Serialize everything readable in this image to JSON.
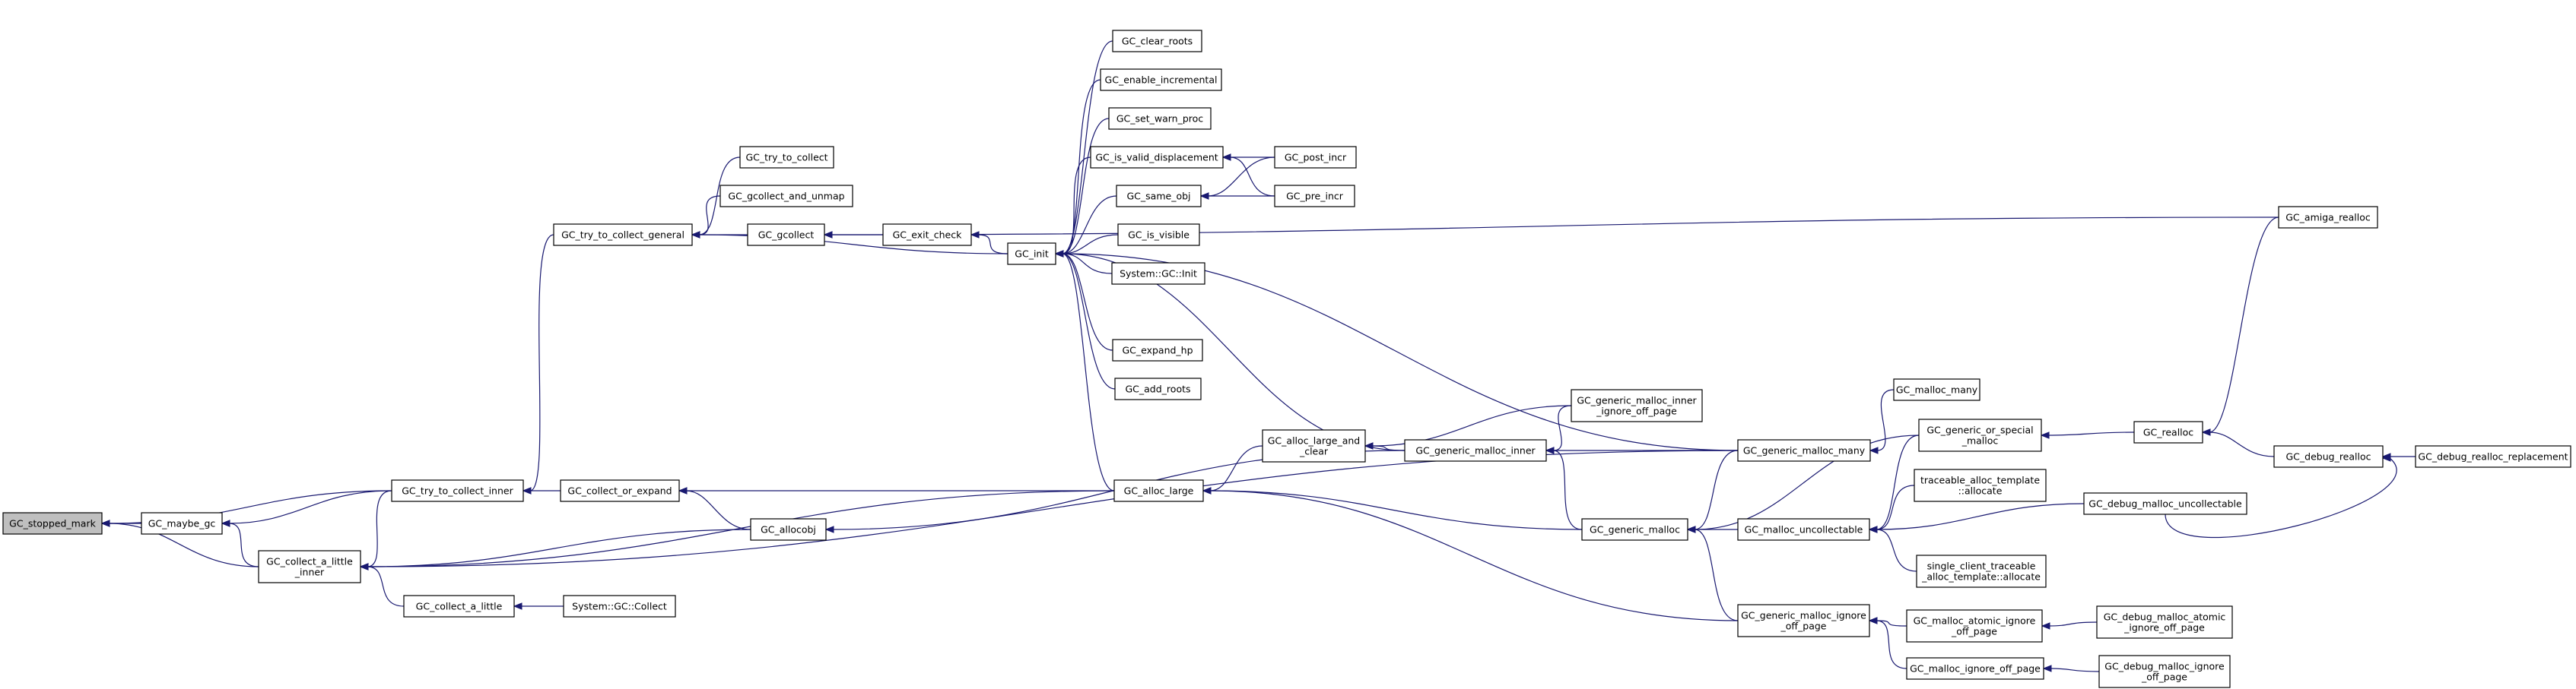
{
  "diagram": {
    "nodes": [
      {
        "id": "stopped_mark",
        "lines": [
          "GC_stopped_mark"
        ],
        "root": true
      },
      {
        "id": "maybe_gc",
        "lines": [
          "GC_maybe_gc"
        ]
      },
      {
        "id": "collect_a_little_inner",
        "lines": [
          "GC_collect_a_little",
          "_inner"
        ]
      },
      {
        "id": "try_to_collect_inner",
        "lines": [
          "GC_try_to_collect_inner"
        ]
      },
      {
        "id": "collect_a_little",
        "lines": [
          "GC_collect_a_little"
        ]
      },
      {
        "id": "try_to_collect_general",
        "lines": [
          "GC_try_to_collect_general"
        ]
      },
      {
        "id": "collect_or_expand",
        "lines": [
          "GC_collect_or_expand"
        ]
      },
      {
        "id": "system_collect",
        "lines": [
          "System::GC::Collect"
        ]
      },
      {
        "id": "try_to_collect",
        "lines": [
          "GC_try_to_collect"
        ]
      },
      {
        "id": "gcollect_and_unmap",
        "lines": [
          "GC_gcollect_and_unmap"
        ]
      },
      {
        "id": "gcollect",
        "lines": [
          "GC_gcollect"
        ]
      },
      {
        "id": "allocobj",
        "lines": [
          "GC_allocobj"
        ]
      },
      {
        "id": "exit_check",
        "lines": [
          "GC_exit_check"
        ]
      },
      {
        "id": "init",
        "lines": [
          "GC_init"
        ]
      },
      {
        "id": "alloc_large",
        "lines": [
          "GC_alloc_large"
        ]
      },
      {
        "id": "clear_roots",
        "lines": [
          "GC_clear_roots"
        ]
      },
      {
        "id": "enable_incremental",
        "lines": [
          "GC_enable_incremental"
        ]
      },
      {
        "id": "set_warn_proc",
        "lines": [
          "GC_set_warn_proc"
        ]
      },
      {
        "id": "is_valid_displacement",
        "lines": [
          "GC_is_valid_displacement"
        ]
      },
      {
        "id": "same_obj",
        "lines": [
          "GC_same_obj"
        ]
      },
      {
        "id": "is_visible",
        "lines": [
          "GC_is_visible"
        ]
      },
      {
        "id": "system_init",
        "lines": [
          "System::GC::Init"
        ]
      },
      {
        "id": "expand_hp",
        "lines": [
          "GC_expand_hp"
        ]
      },
      {
        "id": "add_roots",
        "lines": [
          "GC_add_roots"
        ]
      },
      {
        "id": "alloc_large_and_clear",
        "lines": [
          "GC_alloc_large_and",
          "_clear"
        ]
      },
      {
        "id": "post_incr",
        "lines": [
          "GC_post_incr"
        ]
      },
      {
        "id": "pre_incr",
        "lines": [
          "GC_pre_incr"
        ]
      },
      {
        "id": "generic_malloc_inner",
        "lines": [
          "GC_generic_malloc_inner"
        ]
      },
      {
        "id": "generic_malloc",
        "lines": [
          "GC_generic_malloc"
        ]
      },
      {
        "id": "generic_malloc_ignore_off_page",
        "lines": [
          "GC_generic_malloc_ignore",
          "_off_page"
        ]
      },
      {
        "id": "generic_malloc_inner_ignore_off_page",
        "lines": [
          "GC_generic_malloc_inner",
          "_ignore_off_page"
        ]
      },
      {
        "id": "generic_malloc_many",
        "lines": [
          "GC_generic_malloc_many"
        ]
      },
      {
        "id": "malloc_uncollectable",
        "lines": [
          "GC_malloc_uncollectable"
        ]
      },
      {
        "id": "malloc_many",
        "lines": [
          "GC_malloc_many"
        ]
      },
      {
        "id": "generic_or_special_malloc",
        "lines": [
          "GC_generic_or_special",
          "_malloc"
        ]
      },
      {
        "id": "traceable_alloc_template",
        "lines": [
          "traceable_alloc_template",
          "::allocate"
        ]
      },
      {
        "id": "single_client_traceable",
        "lines": [
          "single_client_traceable",
          "_alloc_template::allocate"
        ]
      },
      {
        "id": "malloc_atomic_ignore_off_page",
        "lines": [
          "GC_malloc_atomic_ignore",
          "_off_page"
        ]
      },
      {
        "id": "malloc_ignore_off_page",
        "lines": [
          "GC_malloc_ignore_off_page"
        ]
      },
      {
        "id": "realloc",
        "lines": [
          "GC_realloc"
        ]
      },
      {
        "id": "amiga_realloc",
        "lines": [
          "GC_amiga_realloc"
        ]
      },
      {
        "id": "debug_realloc",
        "lines": [
          "GC_debug_realloc"
        ]
      },
      {
        "id": "debug_realloc_replacement",
        "lines": [
          "GC_debug_realloc_replacement"
        ]
      },
      {
        "id": "debug_malloc_uncollectable",
        "lines": [
          "GC_debug_malloc_uncollectable"
        ]
      },
      {
        "id": "debug_malloc_atomic_ignore_off_page",
        "lines": [
          "GC_debug_malloc_atomic",
          "_ignore_off_page"
        ]
      },
      {
        "id": "debug_malloc_ignore_off_page",
        "lines": [
          "GC_debug_malloc_ignore",
          "_off_page"
        ]
      }
    ],
    "edges": [
      {
        "from": "maybe_gc",
        "to": "stopped_mark"
      },
      {
        "from": "collect_a_little_inner",
        "to": "stopped_mark"
      },
      {
        "from": "try_to_collect_inner",
        "to": "stopped_mark"
      },
      {
        "from": "collect_a_little_inner",
        "to": "maybe_gc"
      },
      {
        "from": "try_to_collect_inner",
        "to": "maybe_gc"
      },
      {
        "from": "try_to_collect_inner",
        "to": "collect_a_little_inner"
      },
      {
        "from": "collect_a_little",
        "to": "collect_a_little_inner"
      },
      {
        "from": "allocobj",
        "to": "collect_a_little_inner"
      },
      {
        "from": "generic_malloc_many",
        "to": "collect_a_little_inner"
      },
      {
        "from": "alloc_large",
        "to": "collect_a_little_inner"
      },
      {
        "from": "system_collect",
        "to": "collect_a_little"
      },
      {
        "from": "try_to_collect_general",
        "to": "try_to_collect_inner"
      },
      {
        "from": "collect_or_expand",
        "to": "try_to_collect_inner"
      },
      {
        "from": "try_to_collect",
        "to": "try_to_collect_general"
      },
      {
        "from": "gcollect_and_unmap",
        "to": "try_to_collect_general"
      },
      {
        "from": "gcollect",
        "to": "try_to_collect_general"
      },
      {
        "from": "alloc_large",
        "to": "collect_or_expand"
      },
      {
        "from": "allocobj",
        "to": "collect_or_expand"
      },
      {
        "from": "generic_malloc_inner",
        "to": "allocobj"
      },
      {
        "from": "exit_check",
        "to": "gcollect"
      },
      {
        "from": "amiga_realloc",
        "to": "gcollect"
      },
      {
        "from": "init",
        "to": "exit_check"
      },
      {
        "from": "init",
        "to": "try_to_collect_general"
      },
      {
        "from": "clear_roots",
        "to": "init"
      },
      {
        "from": "enable_incremental",
        "to": "init"
      },
      {
        "from": "set_warn_proc",
        "to": "init"
      },
      {
        "from": "is_valid_displacement",
        "to": "init"
      },
      {
        "from": "same_obj",
        "to": "init"
      },
      {
        "from": "is_visible",
        "to": "init"
      },
      {
        "from": "system_init",
        "to": "init"
      },
      {
        "from": "expand_hp",
        "to": "init"
      },
      {
        "from": "add_roots",
        "to": "init"
      },
      {
        "from": "generic_malloc_many",
        "to": "init"
      },
      {
        "from": "generic_malloc_inner",
        "to": "init"
      },
      {
        "from": "alloc_large",
        "to": "init"
      },
      {
        "from": "post_incr",
        "to": "is_valid_displacement"
      },
      {
        "from": "pre_incr",
        "to": "is_valid_displacement"
      },
      {
        "from": "post_incr",
        "to": "same_obj"
      },
      {
        "from": "pre_incr",
        "to": "same_obj"
      },
      {
        "from": "alloc_large_and_clear",
        "to": "alloc_large"
      },
      {
        "from": "generic_malloc",
        "to": "alloc_large"
      },
      {
        "from": "generic_malloc_ignore_off_page",
        "to": "alloc_large"
      },
      {
        "from": "generic_malloc_inner",
        "to": "alloc_large_and_clear"
      },
      {
        "from": "generic_malloc_inner_ignore_off_page",
        "to": "alloc_large_and_clear"
      },
      {
        "from": "generic_malloc_inner_ignore_off_page",
        "to": "generic_malloc_inner"
      },
      {
        "from": "generic_malloc_many",
        "to": "generic_malloc_inner"
      },
      {
        "from": "generic_malloc",
        "to": "generic_malloc_inner"
      },
      {
        "from": "generic_malloc_many",
        "to": "generic_malloc"
      },
      {
        "from": "malloc_uncollectable",
        "to": "generic_malloc"
      },
      {
        "from": "generic_or_special_malloc",
        "to": "generic_malloc"
      },
      {
        "from": "generic_malloc_ignore_off_page",
        "to": "generic_malloc"
      },
      {
        "from": "malloc_many",
        "to": "generic_malloc_many"
      },
      {
        "from": "generic_or_special_malloc",
        "to": "malloc_uncollectable"
      },
      {
        "from": "traceable_alloc_template",
        "to": "malloc_uncollectable"
      },
      {
        "from": "single_client_traceable",
        "to": "malloc_uncollectable"
      },
      {
        "from": "debug_malloc_uncollectable",
        "to": "malloc_uncollectable"
      },
      {
        "from": "realloc",
        "to": "generic_or_special_malloc"
      },
      {
        "from": "malloc_atomic_ignore_off_page",
        "to": "generic_malloc_ignore_off_page"
      },
      {
        "from": "malloc_ignore_off_page",
        "to": "generic_malloc_ignore_off_page"
      },
      {
        "from": "debug_malloc_atomic_ignore_off_page",
        "to": "malloc_atomic_ignore_off_page"
      },
      {
        "from": "debug_malloc_ignore_off_page",
        "to": "malloc_ignore_off_page"
      },
      {
        "from": "amiga_realloc",
        "to": "realloc"
      },
      {
        "from": "debug_realloc",
        "to": "realloc"
      },
      {
        "from": "debug_realloc_replacement",
        "to": "debug_realloc"
      },
      {
        "from": "debug_malloc_uncollectable",
        "to": "debug_realloc"
      }
    ]
  }
}
